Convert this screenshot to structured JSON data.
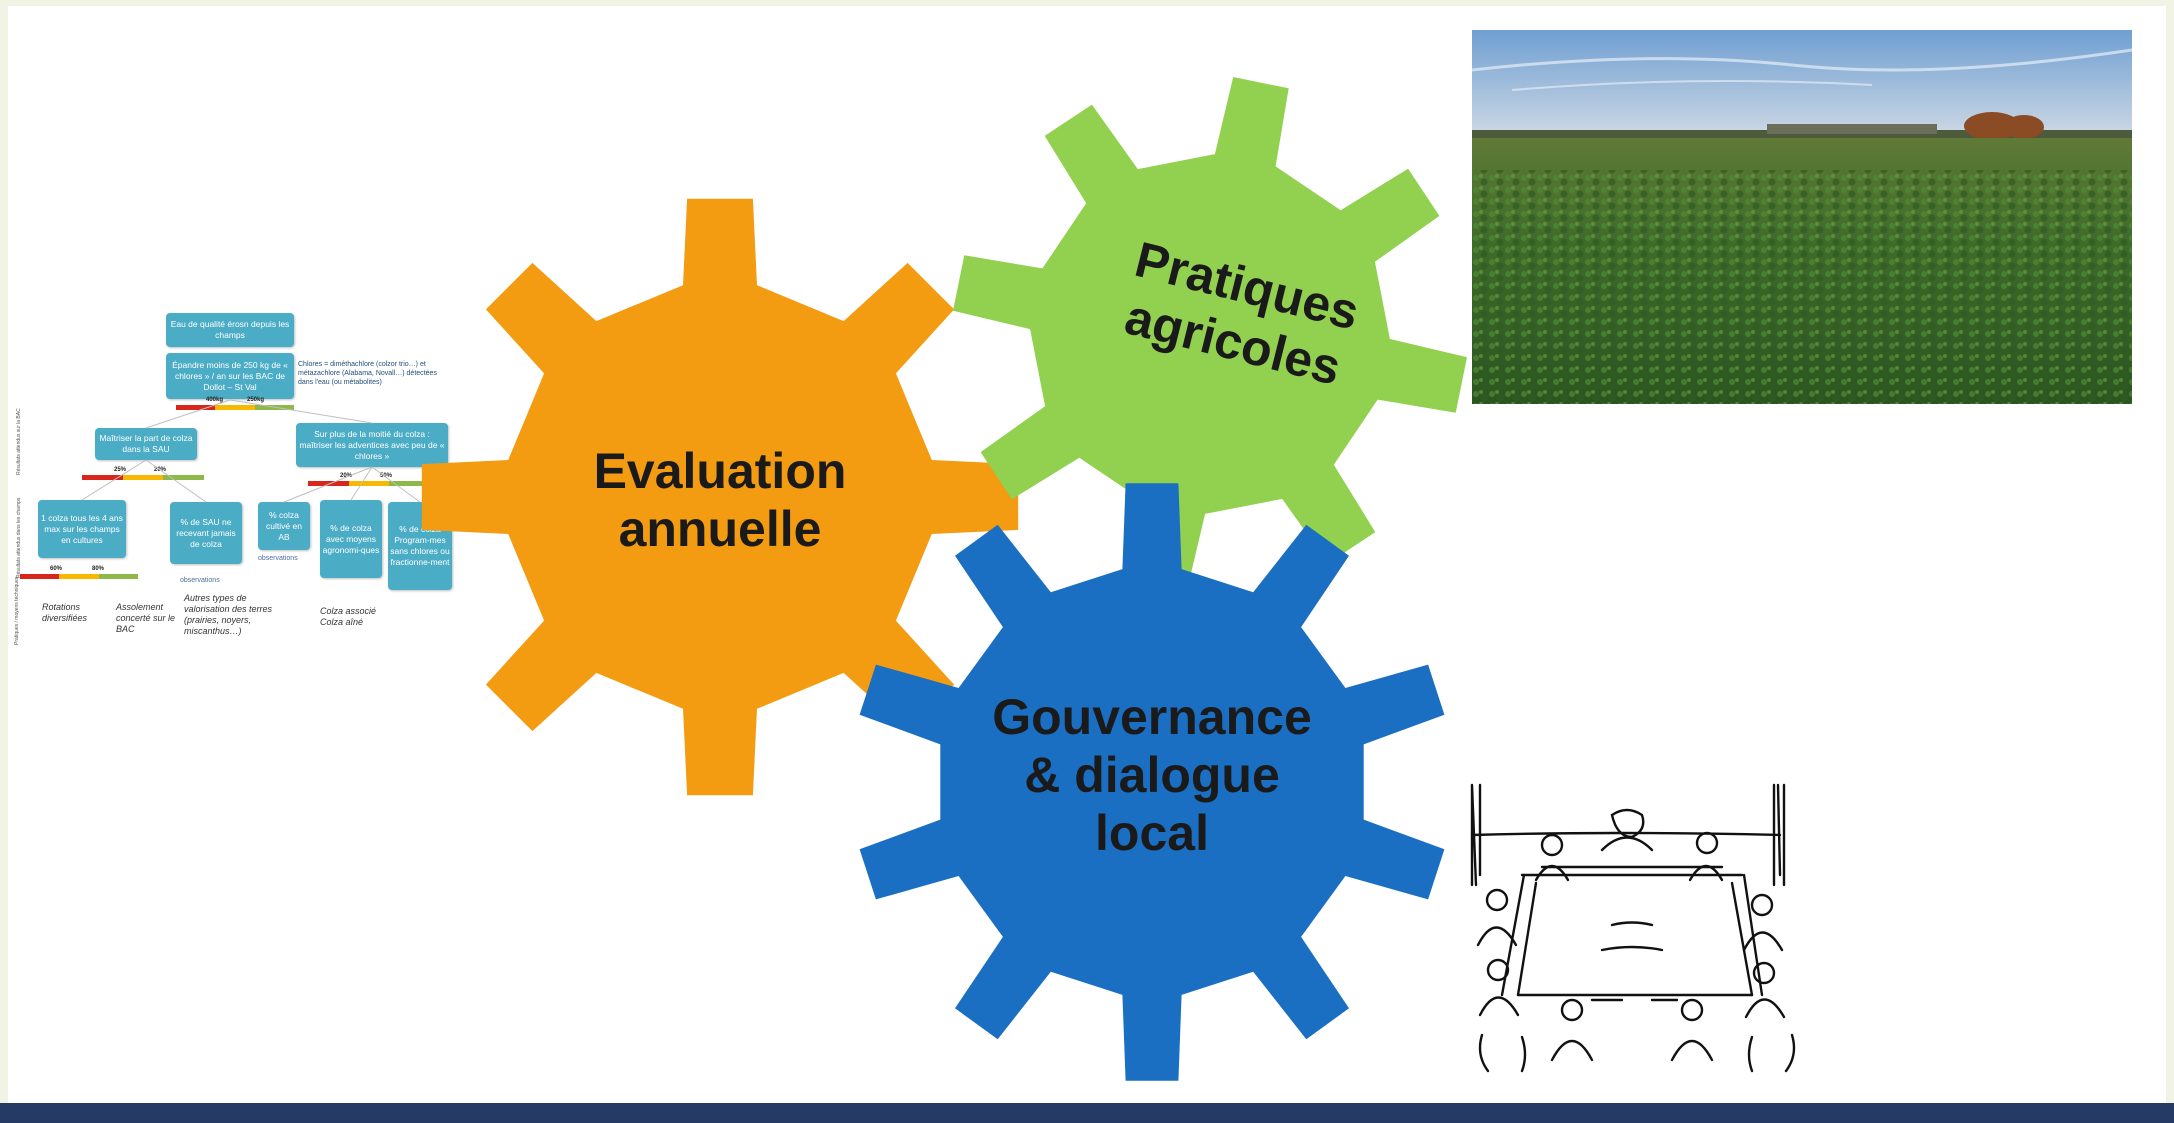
{
  "gears": {
    "evaluation": {
      "label_line1": "Evaluation",
      "label_line2": "annuelle",
      "color": "#f39c12"
    },
    "pratiques": {
      "label_line1": "Pratiques",
      "label_line2": "agricoles",
      "color": "#92d050"
    },
    "gouvernance": {
      "label_line1": "Gouvernance",
      "label_line2": "& dialogue",
      "label_line3": "local",
      "color": "#1a6fc2"
    }
  },
  "tree": {
    "root": "Eau de qualité érosn depuis les champs",
    "level1": "Épandre moins de 250 kg de « chlores » / an sur les BAC de Dollot – St Val",
    "level1_note": "Chlores = diméthachlore (colzor trio…) et métazachlore (Alabama, Novall…) détectées dans l'eau (ou métabolites)",
    "level1_scale": [
      "400kg",
      "250kg"
    ],
    "mid_left": "Maîtriser la part de colza dans la SAU",
    "mid_left_scale": [
      "25%",
      "20%"
    ],
    "mid_right": "Sur plus de la moitié du colza : maîtriser les adventices avec peu de « chlores »",
    "mid_right_scale": [
      "20%",
      "50%"
    ],
    "leaves": [
      "1 colza tous les 4 ans max sur les champs en cultures",
      "% de SAU ne recevant jamais de colza",
      "% colza cultivé en AB",
      "% de colza avec moyens agronomi-ques",
      "% de colza Program-mes sans chlores ou fractionne-ment"
    ],
    "leaf1_scale": [
      "60%",
      "80%"
    ],
    "observation_1": "observations",
    "observation_2": "observations",
    "actions": [
      "Rotations diversifiées",
      "Assolement concerté sur le BAC",
      "Autres types de valorisation des terres (prairies, noyers, miscanthus…)",
      "Colza associé Colza aîné"
    ],
    "side_labels": [
      "Résultats attendus sur la BAC",
      "Résultats attendus dans les champs",
      "Pratiques / moyens techniques"
    ]
  }
}
